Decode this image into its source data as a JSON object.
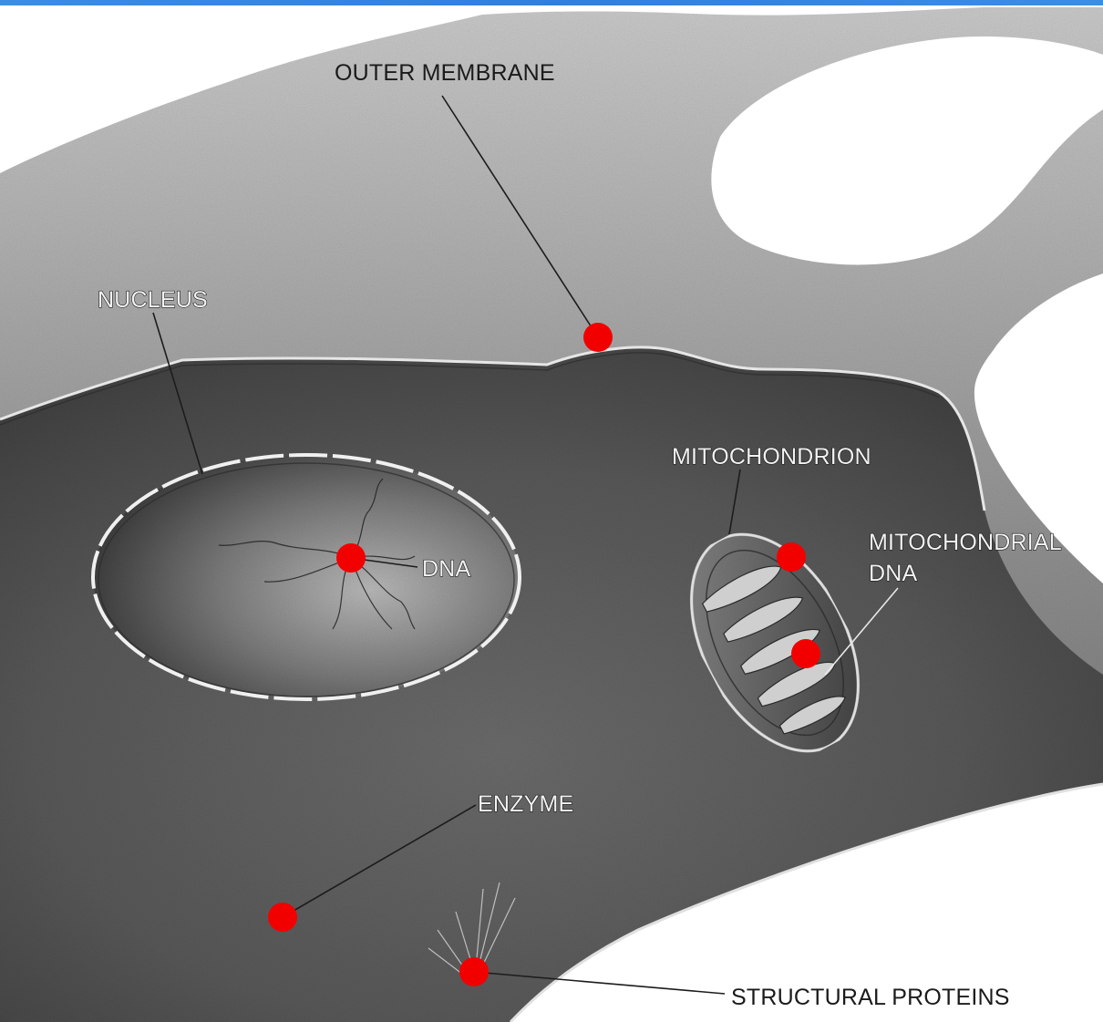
{
  "labels": {
    "outer_membrane": "OUTER MEMBRANE",
    "nucleus": "NUCLEUS",
    "dna": "DNA",
    "mitochondrion": "MITOCHONDRION",
    "mitochondrial_dna_line1": "MITOCHONDRIAL",
    "mitochondrial_dna_line2": "DNA",
    "enzyme": "ENZYME",
    "structural_proteins": "STRUCTURAL PROTEINS"
  },
  "colors": {
    "accent_bar": "#2f7fe0",
    "marker": "#f20000",
    "cell_body": "#5a5a5a",
    "background": "#ffffff"
  },
  "markers": [
    "outer-membrane-marker",
    "dna-marker",
    "mitochondrion-marker",
    "mitochondrial-dna-marker",
    "enzyme-marker",
    "structural-proteins-marker"
  ]
}
